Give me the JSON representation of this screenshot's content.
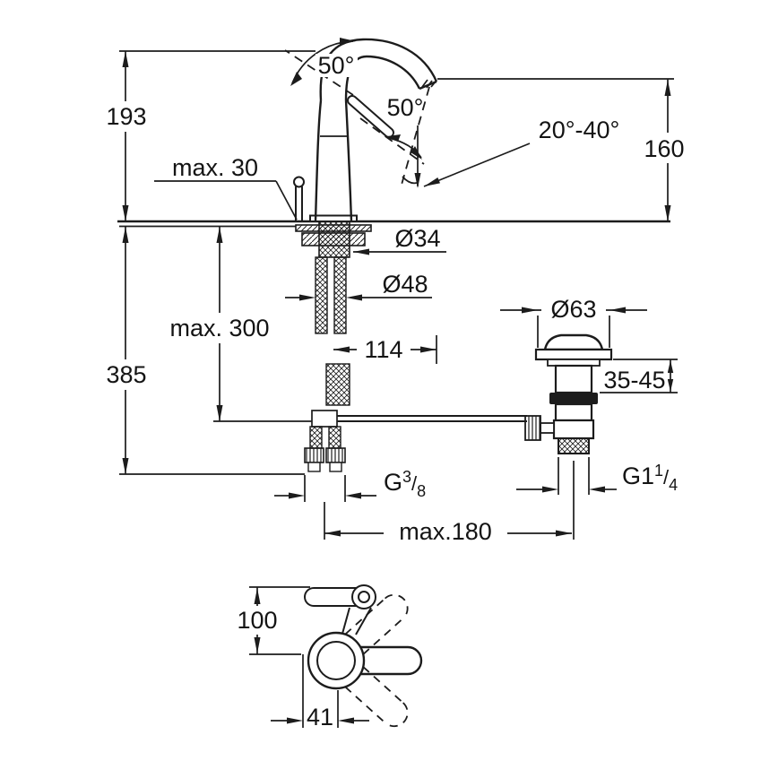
{
  "colors": {
    "line": "#1c1c1c",
    "background": "#ffffff",
    "seal_fill": "#1c1c1c"
  },
  "dimensions": {
    "d193": "193",
    "max30": "max. 30",
    "angle50_top": "50°",
    "angle50_front": "50°",
    "angle_range": "20°-40°",
    "d160": "160",
    "dia34": "Ø34",
    "dia48": "Ø48",
    "max300": "max. 300",
    "d385": "385",
    "d114": "114",
    "dia63": "Ø63",
    "clamp_range": "35-45",
    "g38_prefix": "G",
    "g38_num": "3",
    "g38_slash": "/",
    "g38_den": "8",
    "g114_prefix": "G1",
    "g114_num": "1",
    "g114_slash": "/",
    "g114_den": "4",
    "max180": "max.180",
    "d100": "100",
    "d41": "41"
  }
}
